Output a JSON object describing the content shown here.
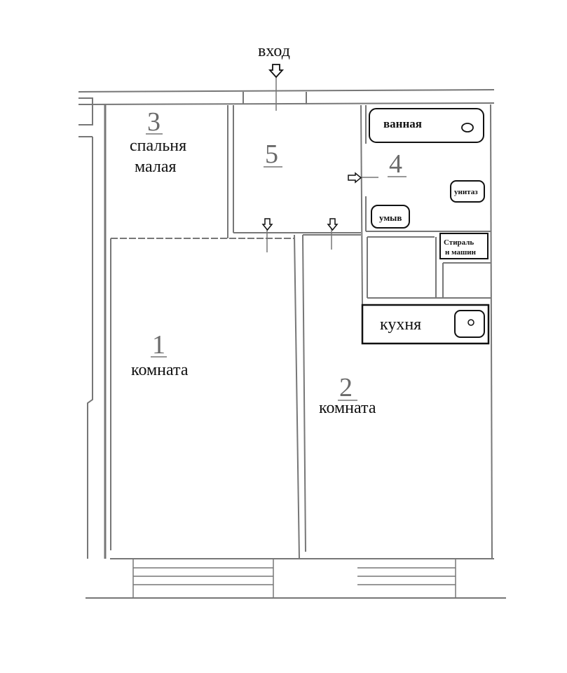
{
  "entrance": {
    "label": "вход"
  },
  "rooms": [
    {
      "number": "3",
      "name_line1": "спальня",
      "name_line2": "малая"
    },
    {
      "number": "5"
    },
    {
      "number": "4"
    },
    {
      "number": "1",
      "name": "комната"
    },
    {
      "number": "2",
      "name": "комната"
    }
  ],
  "fixtures": {
    "bath": "ванная",
    "toilet": "унитаз",
    "sink": "умыв",
    "washer_line1": "Стираль",
    "washer_line2": "н машин",
    "kitchen": "кухня"
  },
  "colors": {
    "wall": "#777777",
    "ink": "#111111",
    "number": "#6a6a6a"
  }
}
